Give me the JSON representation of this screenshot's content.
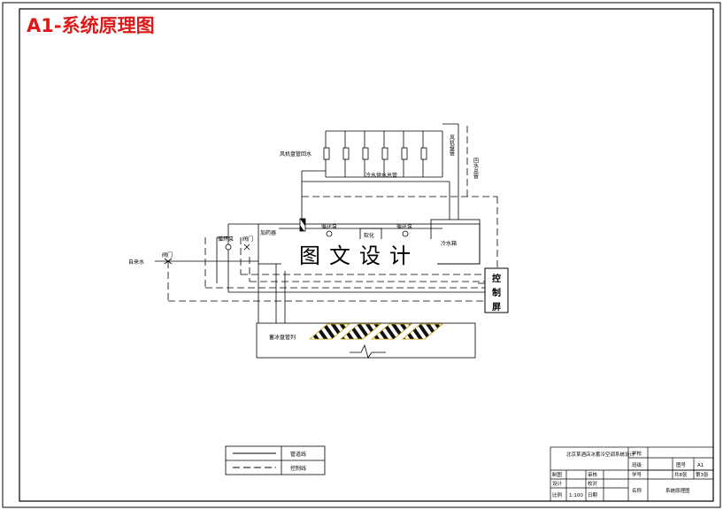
{
  "title": "A1-系统原理图",
  "watermark": "图文设计",
  "labels": {
    "fan_coil_supply_return": "风机盘管回水",
    "fan_coil_main": "风机盘管",
    "return_main": "回水总管",
    "chilled_supply_main": "冷水供水总管",
    "circ_pump_1": "循环泵",
    "circ_pump_2": "循环泵",
    "circ_pump_3": "循环泵",
    "valve_1": "阀门",
    "valve_2": "阀门",
    "tap_water": "自来水",
    "dosing_device": "加药器",
    "cold_tank": "冷水箱",
    "softener": "软化",
    "control_cabinet": "控制屏",
    "ice_coil": "蓄冰盘管列"
  },
  "legend": {
    "solid_label": "管道线",
    "dashed_label": "控制线"
  },
  "title_block": {
    "project": "北京某酒店冰蓄冷空调系统设计",
    "school_label": "学校",
    "class_label": "班级",
    "student_label": "学号",
    "drawing_no_label": "图号",
    "drawing_no": "A1",
    "sheets": "共8张",
    "sheet": "第3张",
    "drawn_label": "制图",
    "review_label": "审核",
    "design_label": "设计",
    "proof_label": "校对",
    "scale_label": "比例",
    "scale_value": "1:100",
    "date_label": "日期",
    "name_label": "名称",
    "name_value": "系统原理图"
  },
  "colors": {
    "title": "#e01818",
    "line": "#000000",
    "ice_stripe": "#e0b800"
  }
}
